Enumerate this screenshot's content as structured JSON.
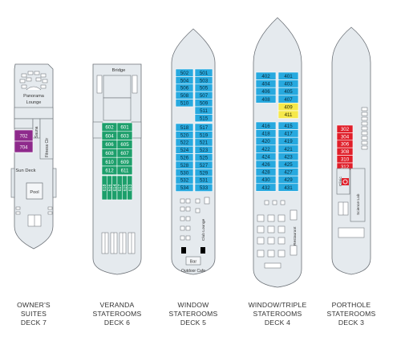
{
  "colors": {
    "hull": "#e5eaee",
    "outline": "#6c7177",
    "window_cabin": "#27a9df",
    "triple_cabin": "#f6e84a",
    "veranda_cabin": "#1d9f6b",
    "suite_cabin": "#8e2a8c",
    "porthole_cabin": "#e01f2a",
    "furniture": "#ffffff"
  },
  "decks": [
    {
      "name_lines": [
        "OWNER'S",
        "SUITES",
        "DECK 7"
      ],
      "labels": {
        "panorama": "Panorama",
        "lounge": "Lounge",
        "sauna": "Sauna",
        "fitness": "Fitness Ctr",
        "sun_deck": "Sun Deck",
        "pool": "Pool"
      },
      "cabins": [
        "702",
        "704"
      ]
    },
    {
      "name_lines": [
        "VERANDA",
        "STATEROOMS",
        "DECK 6"
      ],
      "labels": {
        "bridge": "Bridge"
      },
      "cabins": [
        "602",
        "601",
        "604",
        "603",
        "606",
        "605",
        "608",
        "607",
        "610",
        "609",
        "612",
        "611",
        "618",
        "616",
        "614",
        "617",
        "615",
        "613"
      ]
    },
    {
      "name_lines": [
        "WINDOW",
        "STATEROOMS",
        "DECK 5"
      ],
      "labels": {
        "club_lounge": "Club Lounge",
        "bar": "Bar",
        "outdoor_cafe": "Outdoor Cafe"
      },
      "cabins": [
        "502",
        "501",
        "504",
        "503",
        "506",
        "505",
        "508",
        "507",
        "510",
        "509",
        "511",
        "515",
        "518",
        "517",
        "520",
        "519",
        "522",
        "521",
        "524",
        "523",
        "526",
        "525",
        "528",
        "527",
        "530",
        "529",
        "532",
        "531",
        "534",
        "533"
      ]
    },
    {
      "name_lines": [
        "WINDOW/TRIPLE",
        "STATEROOMS",
        "DECK 4"
      ],
      "labels": {
        "restaurant": "Restaurant"
      },
      "cabins": [
        "402",
        "401",
        "404",
        "403",
        "406",
        "405",
        "408",
        "407",
        "409",
        "411",
        "416",
        "415",
        "418",
        "417",
        "420",
        "419",
        "422",
        "421",
        "424",
        "423",
        "426",
        "425",
        "428",
        "427",
        "430",
        "429",
        "432",
        "431"
      ]
    },
    {
      "name_lines": [
        "PORTHOLE",
        "STATEROOMS",
        "DECK 3"
      ],
      "labels": {
        "clinic": "Clinic",
        "science_lab": "Science Lab"
      },
      "cabins": [
        "302",
        "304",
        "306",
        "308",
        "310",
        "312"
      ]
    }
  ]
}
